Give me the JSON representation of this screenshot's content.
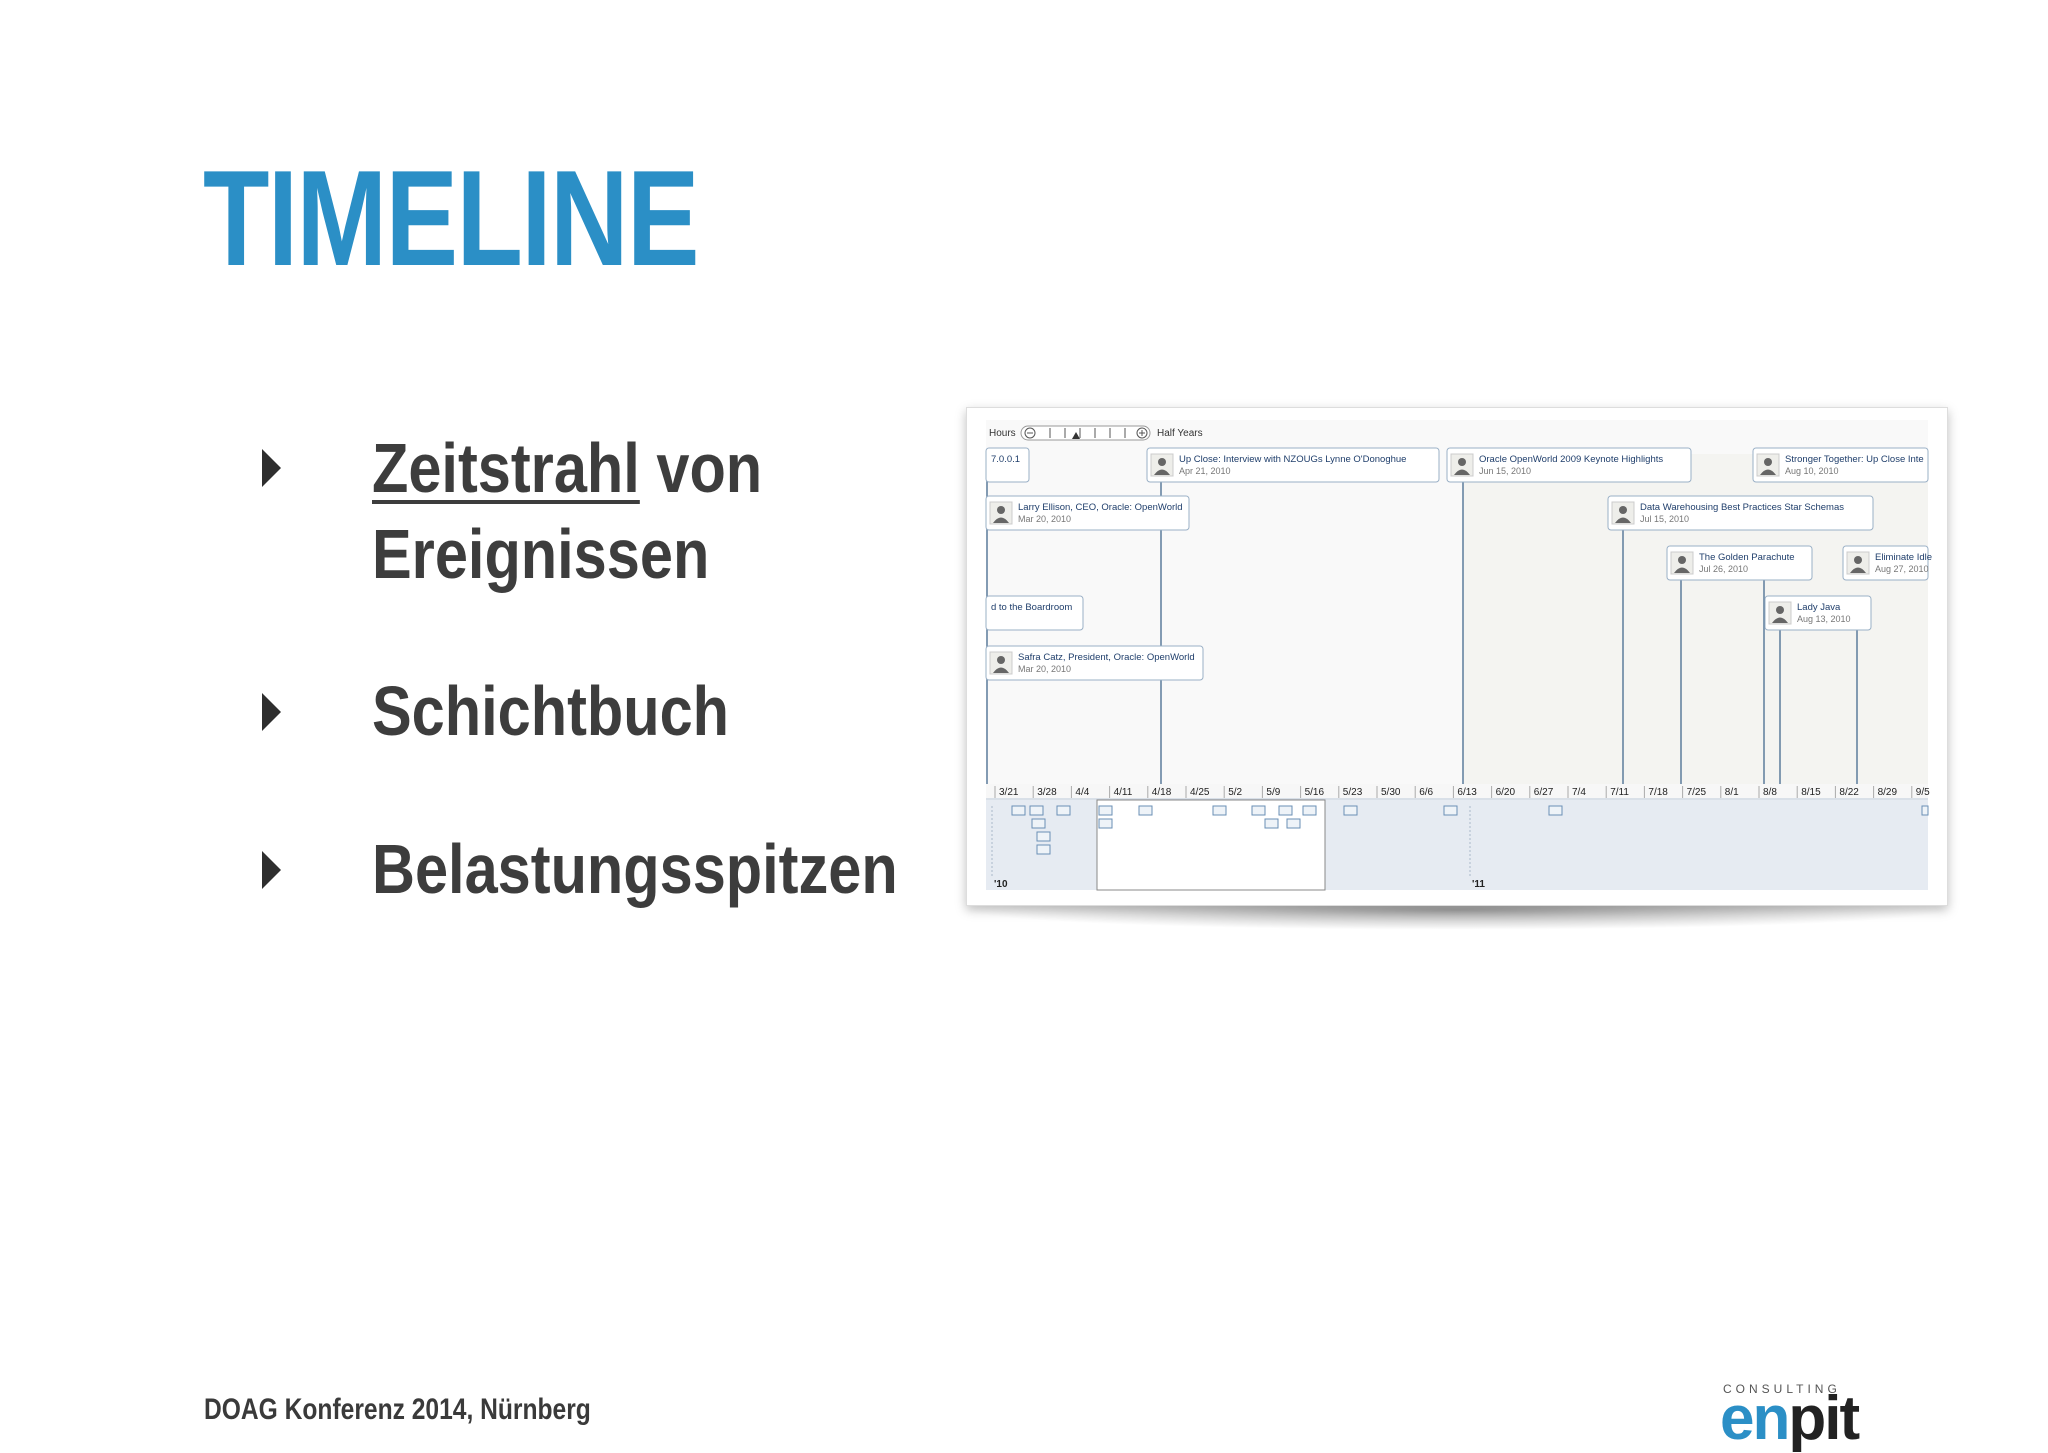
{
  "title": "TIMELINE",
  "bullets": [
    {
      "underlined": "Zeitstrahl",
      "rest": " von",
      "line2": "Ereignissen"
    },
    {
      "text": "Schichtbuch"
    },
    {
      "text": "Belastungsspitzen"
    }
  ],
  "footer": "DOAG Konferenz 2014, Nürnberg",
  "logo": {
    "small": "CONSULTING",
    "en": "en",
    "pit": "pit"
  },
  "timeline": {
    "zoom_min_label": "Hours",
    "zoom_max_label": "Half Years",
    "events": [
      {
        "title": "7.0.0.1",
        "date": ""
      },
      {
        "title": "Up Close: Interview with NZOUGs Lynne O'Donoghue",
        "date": "Apr 21, 2010"
      },
      {
        "title": "Oracle OpenWorld 2009 Keynote Highlights",
        "date": "Jun 15, 2010"
      },
      {
        "title": "Stronger Together: Up Close Inte",
        "date": "Aug 10, 2010"
      },
      {
        "title": "Larry Ellison, CEO, Oracle: OpenWorld",
        "date": "Mar 20, 2010"
      },
      {
        "title": "Data Warehousing Best Practices Star Schemas",
        "date": "Jul 15, 2010"
      },
      {
        "title": "The Golden Parachute",
        "date": "Jul 26, 2010"
      },
      {
        "title": "Eliminate Idle",
        "date": "Aug 27, 2010"
      },
      {
        "title": "d to the Boardroom",
        "date": ""
      },
      {
        "title": "Lady Java",
        "date": "Aug 13, 2010"
      },
      {
        "title": "Safra Catz, President, Oracle: OpenWorld",
        "date": "Mar 20, 2010"
      }
    ],
    "axis_ticks": [
      "3/21",
      "3/28",
      "4/4",
      "4/11",
      "4/18",
      "4/25",
      "5/2",
      "5/9",
      "5/16",
      "5/23",
      "5/30",
      "6/6",
      "6/13",
      "6/20",
      "6/27",
      "7/4",
      "7/11",
      "7/18",
      "7/25",
      "8/1",
      "8/8",
      "8/15",
      "8/22",
      "8/29",
      "9/5"
    ],
    "overview_labels": [
      "'10",
      "'11"
    ]
  }
}
